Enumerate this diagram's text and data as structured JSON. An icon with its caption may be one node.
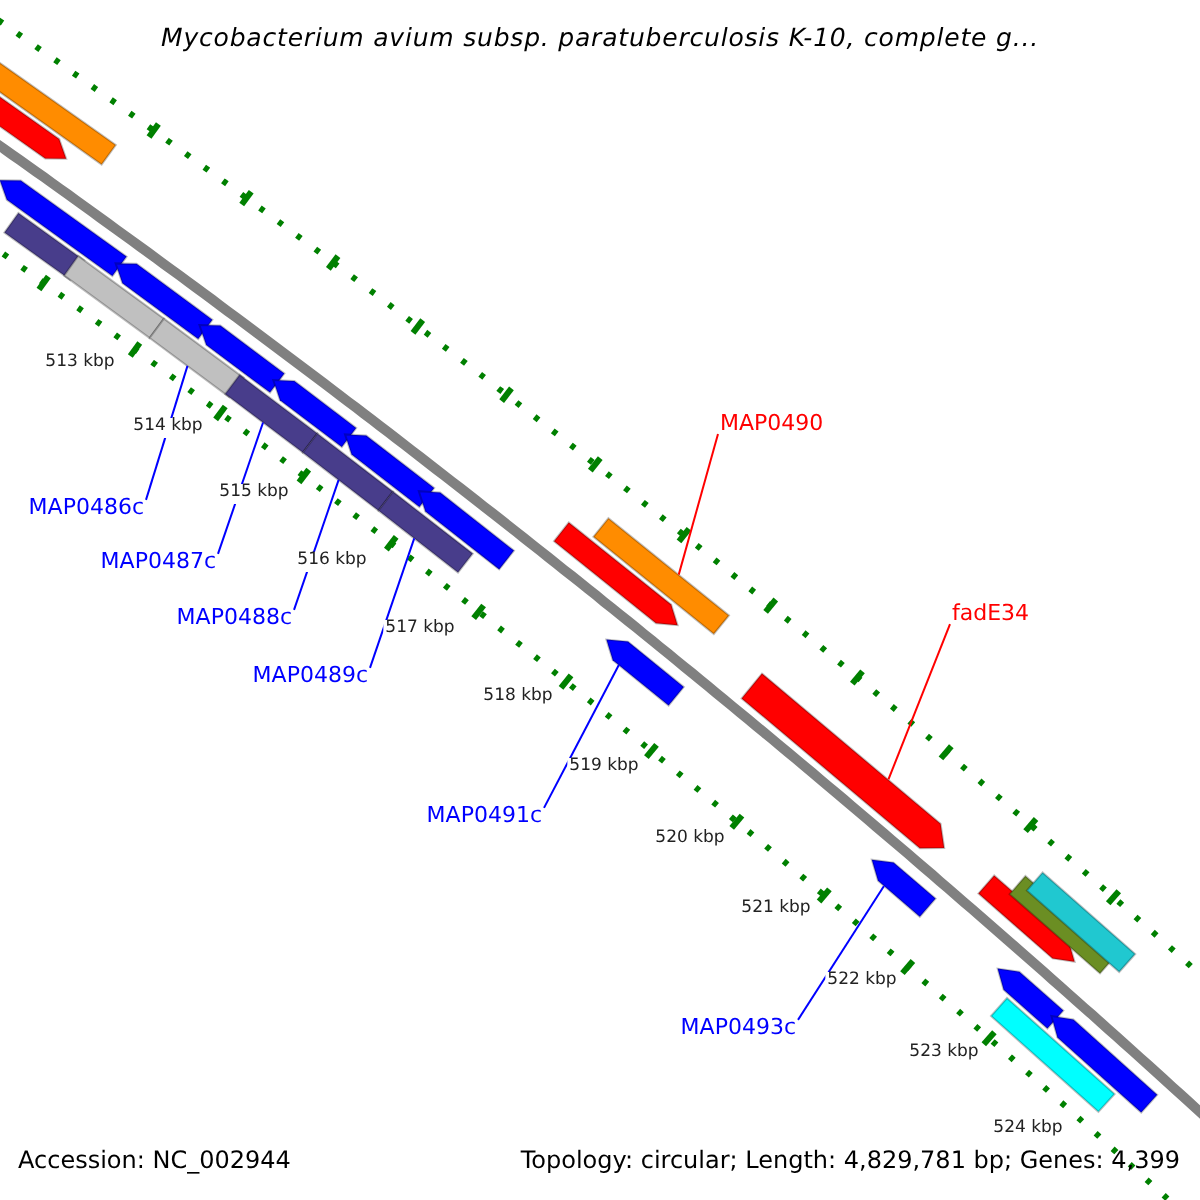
{
  "diagram": {
    "title": "Mycobacterium avium subsp. paratuberculosis K-10, complete g...",
    "nodes": [
      {
        "text": [
          "MAP0490"
        ]
      },
      {
        "text": [
          "MAP0486c"
        ]
      },
      {
        "text": [
          "MAP0487c"
        ]
      },
      {
        "text": [
          "MAP0488c"
        ]
      },
      {
        "text": [
          "MAP0489c"
        ]
      },
      {
        "text": [
          "fadE34"
        ]
      },
      {
        "text": [
          "MAP0491c"
        ]
      },
      {
        "text": [
          "MAP0493c"
        ]
      },
      {
        "text": [],
        "shape": "bar"
      },
      {
        "text": [],
        "shape": "arrow"
      },
      {
        "text": [],
        "shape": "bar"
      },
      {
        "text": [],
        "shape": "arrow"
      },
      {
        "text": [],
        "shape": "bar"
      },
      {
        "text": [],
        "shape": "arrow"
      },
      {
        "text": [],
        "shape": "bar"
      },
      {
        "text": [],
        "shape": "arrow"
      },
      {
        "text": [],
        "shape": "bar"
      },
      {
        "text": [],
        "shape": "arrow"
      },
      {
        "text": [],
        "shape": "bar"
      },
      {
        "text": [],
        "shape": "arrow"
      },
      {
        "text": [],
        "shape": "bar"
      },
      {
        "text": [],
        "shape": "arrow"
      },
      {
        "text": [],
        "shape": "arrow"
      },
      {
        "text": [],
        "shape": "bar"
      },
      {
        "text": [],
        "shape": "arrow"
      },
      {
        "text": [],
        "shape": "arrow"
      },
      {
        "text": [],
        "shape": "arrow"
      },
      {
        "text": [],
        "shape": "arrow"
      },
      {
        "text": [],
        "shape": "bar"
      },
      {
        "text": [],
        "shape": "bar"
      },
      {
        "text": [],
        "shape": "arrow"
      },
      {
        "text": [],
        "shape": "bar"
      },
      {
        "text": [],
        "shape": "arrow"
      }
    ],
    "edges": [
      {
        "from": 0,
        "to": 23,
        "arrow": "none",
        "color": "#ff0000"
      },
      {
        "from": 1,
        "to": 14,
        "arrow": "none"
      },
      {
        "from": 2,
        "to": 16,
        "arrow": "none"
      },
      {
        "from": 3,
        "to": 18,
        "arrow": "none"
      },
      {
        "from": 4,
        "to": 20,
        "arrow": "none"
      },
      {
        "from": 5,
        "to": 25,
        "arrow": "none",
        "color": "#ff0000"
      },
      {
        "from": 6,
        "to": 24,
        "arrow": "none"
      },
      {
        "from": 7,
        "to": 26,
        "arrow": "none"
      }
    ],
    "labels": [
      "513 kbp",
      "514 kbp",
      "515 kbp",
      "516 kbp",
      "517 kbp",
      "518 kbp",
      "519 kbp",
      "520 kbp",
      "521 kbp",
      "522 kbp",
      "523 kbp",
      "524 kbp",
      "Accession: NC_002944",
      "Topology: circular; Length: 4,829,781 bp; Genes: 4,399"
    ]
  }
}
